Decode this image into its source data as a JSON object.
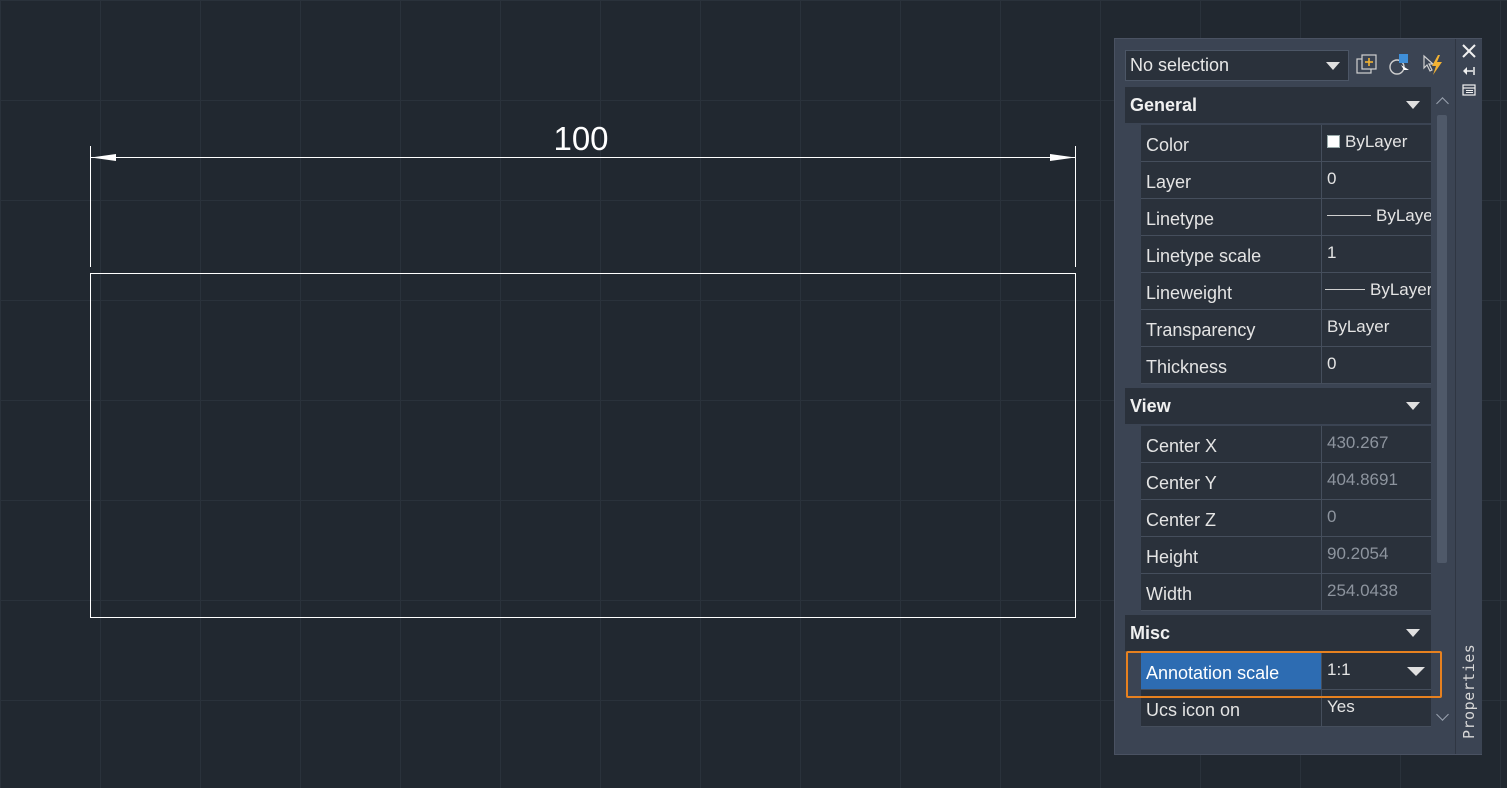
{
  "drawing": {
    "dimension_text": "100"
  },
  "palette": {
    "selection": "No selection",
    "side_label": "Properties",
    "categories": {
      "general": {
        "label": "General",
        "rows": [
          {
            "label": "Color",
            "value": "ByLayer"
          },
          {
            "label": "Layer",
            "value": "0"
          },
          {
            "label": "Linetype",
            "value": "ByLaye"
          },
          {
            "label": "Linetype scale",
            "value": "1"
          },
          {
            "label": "Lineweight",
            "value": "ByLayer"
          },
          {
            "label": "Transparency",
            "value": "ByLayer"
          },
          {
            "label": "Thickness",
            "value": "0"
          }
        ]
      },
      "view": {
        "label": "View",
        "rows": [
          {
            "label": "Center X",
            "value": "430.267"
          },
          {
            "label": "Center Y",
            "value": "404.8691"
          },
          {
            "label": "Center Z",
            "value": "0"
          },
          {
            "label": "Height",
            "value": "90.2054"
          },
          {
            "label": "Width",
            "value": "254.0438"
          }
        ]
      },
      "misc": {
        "label": "Misc",
        "rows": [
          {
            "label": "Annotation scale",
            "value": "1:1"
          },
          {
            "label": "Ucs icon on",
            "value": "Yes"
          }
        ]
      }
    },
    "colors": {
      "highlight": "#2d6cb2",
      "focus_outline": "#e7811f",
      "quick_select_bolt": "#f2b233"
    }
  }
}
